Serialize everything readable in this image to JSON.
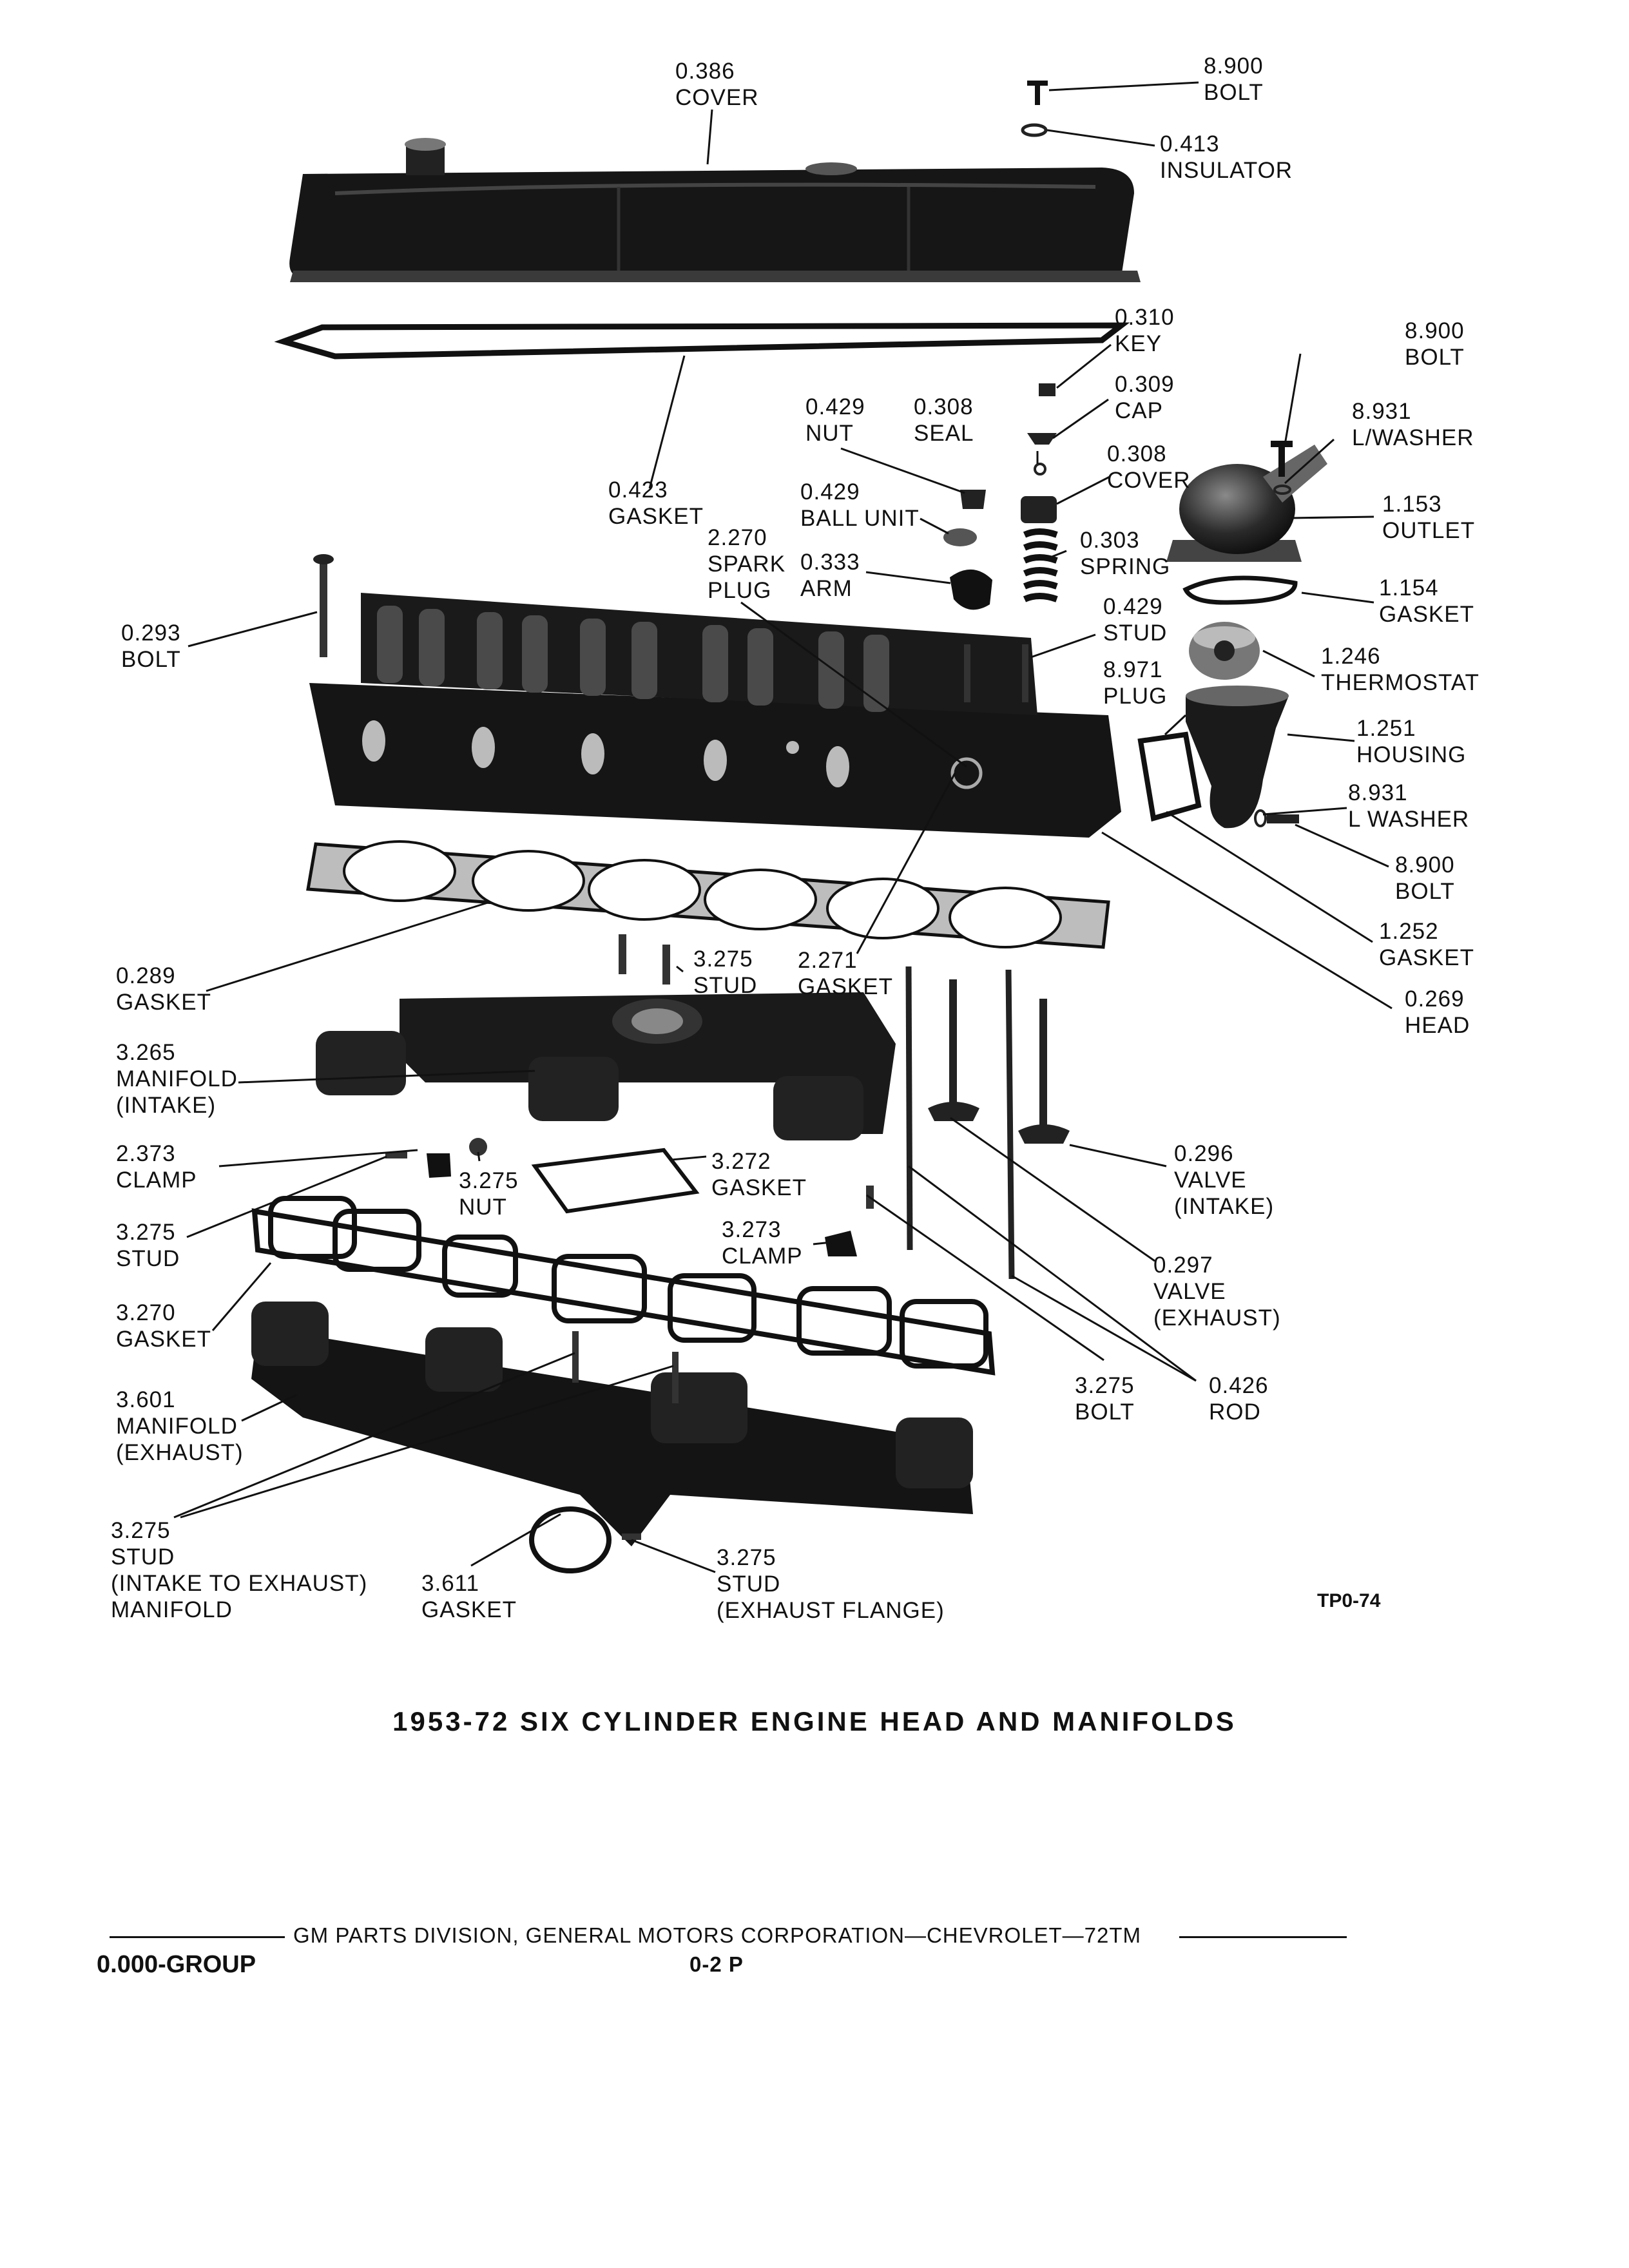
{
  "labels": {
    "cover_top": [
      "0.386",
      "COVER"
    ],
    "bolt_top": [
      "8.900",
      "BOLT"
    ],
    "insulator": [
      "0.413",
      "INSULATOR"
    ],
    "key": [
      "0.310",
      "KEY"
    ],
    "bolt_outlet": [
      "8.900",
      "BOLT"
    ],
    "cap": [
      "0.309",
      "CAP"
    ],
    "nut_rocker": [
      "0.429",
      "NUT"
    ],
    "seal": [
      "0.308",
      "SEAL"
    ],
    "lwasher_outlet": [
      "8.931",
      "L/WASHER"
    ],
    "cover_small": [
      "0.308",
      "COVER"
    ],
    "gasket_cover": [
      "0.423",
      "GASKET"
    ],
    "ball_unit": [
      "0.429",
      "BALL UNIT"
    ],
    "outlet": [
      "1.153",
      "OUTLET"
    ],
    "spark_plug": [
      "2.270",
      "SPARK",
      "PLUG"
    ],
    "arm": [
      "0.333",
      "ARM"
    ],
    "spring": [
      "0.303",
      "SPRING"
    ],
    "gasket_outlet": [
      "1.154",
      "GASKET"
    ],
    "bolt_head": [
      "0.293",
      "BOLT"
    ],
    "stud_head": [
      "0.429",
      "STUD"
    ],
    "thermostat": [
      "1.246",
      "THERMOSTAT"
    ],
    "plug": [
      "8.971",
      "PLUG"
    ],
    "housing": [
      "1.251",
      "HOUSING"
    ],
    "lwasher_housing": [
      "8.931",
      "L WASHER"
    ],
    "bolt_housing": [
      "8.900",
      "BOLT"
    ],
    "gasket_housing": [
      "1.252",
      "GASKET"
    ],
    "gasket_head": [
      "0.289",
      "GASKET"
    ],
    "stud_manifold": [
      "3.275",
      "STUD"
    ],
    "gasket_plug": [
      "2.271",
      "GASKET"
    ],
    "head": [
      "0.269",
      "HEAD"
    ],
    "manifold_intake": [
      "3.265",
      "MANIFOLD",
      "(INTAKE)"
    ],
    "clamp_left": [
      "2.373",
      "CLAMP"
    ],
    "nut_manifold": [
      "3.275",
      "NUT"
    ],
    "gasket_plate": [
      "3.272",
      "GASKET"
    ],
    "valve_intake": [
      "0.296",
      "VALVE",
      "(INTAKE)"
    ],
    "stud_left": [
      "3.275",
      "STUD"
    ],
    "clamp_mid": [
      "3.273",
      "CLAMP"
    ],
    "valve_exhaust": [
      "0.297",
      "VALVE",
      "(EXHAUST)"
    ],
    "gasket_manifold": [
      "3.270",
      "GASKET"
    ],
    "manifold_exhaust": [
      "3.601",
      "MANIFOLD",
      "(EXHAUST)"
    ],
    "bolt_clamp": [
      "3.275",
      "BOLT"
    ],
    "rod": [
      "0.426",
      "ROD"
    ],
    "stud_intake_exhaust": [
      "3.275",
      "STUD",
      "(INTAKE TO EXHAUST)",
      "MANIFOLD"
    ],
    "gasket_flange": [
      "3.611",
      "GASKET"
    ],
    "stud_flange": [
      "3.275",
      "STUD",
      "(EXHAUST FLANGE)"
    ]
  },
  "reference_code": "TP0-74",
  "title": "1953-72 SIX CYLINDER ENGINE HEAD AND MANIFOLDS",
  "footer": {
    "division": "GM PARTS DIVISION, GENERAL MOTORS CORPORATION—CHEVROLET—72TM",
    "group": "0.000-GROUP",
    "page": "0-2 P"
  }
}
